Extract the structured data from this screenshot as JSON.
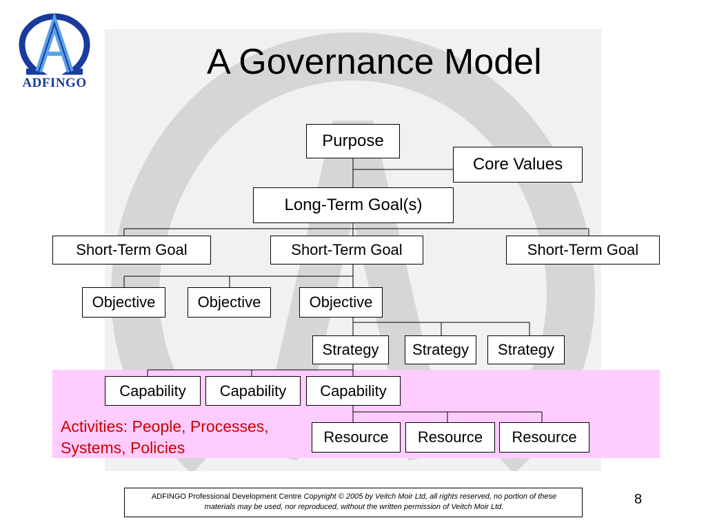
{
  "title": "A Governance Model",
  "logo": {
    "text": "ADFINGO"
  },
  "nodes": {
    "purpose": "Purpose",
    "core_values": "Core Values",
    "long_term_goal": "Long-Term Goal(s)",
    "short_term_goals": [
      "Short-Term Goal",
      "Short-Term Goal",
      "Short-Term Goal"
    ],
    "objectives": [
      "Objective",
      "Objective",
      "Objective"
    ],
    "strategies": [
      "Strategy",
      "Strategy",
      "Strategy"
    ],
    "capabilities": [
      "Capability",
      "Capability",
      "Capability"
    ],
    "resources": [
      "Resource",
      "Resource",
      "Resource"
    ]
  },
  "activities": {
    "line1": "Activities: People, Processes,",
    "line2": "Systems, Policies"
  },
  "footer": {
    "org": "ADFINGO Professional Development Centre",
    "copyright": "Copyright © 2005 by Veitch Moir Ltd, all rights reserved, no portion of these materials may be used, nor reproduced, without the written permission of Veitch Moir Ltd."
  },
  "page_number": "8",
  "colors": {
    "activity_band": "#ffccff",
    "activity_text": "#cc0000",
    "logo_blue": "#1a3a9c",
    "watermark": "#d4d4d4"
  }
}
